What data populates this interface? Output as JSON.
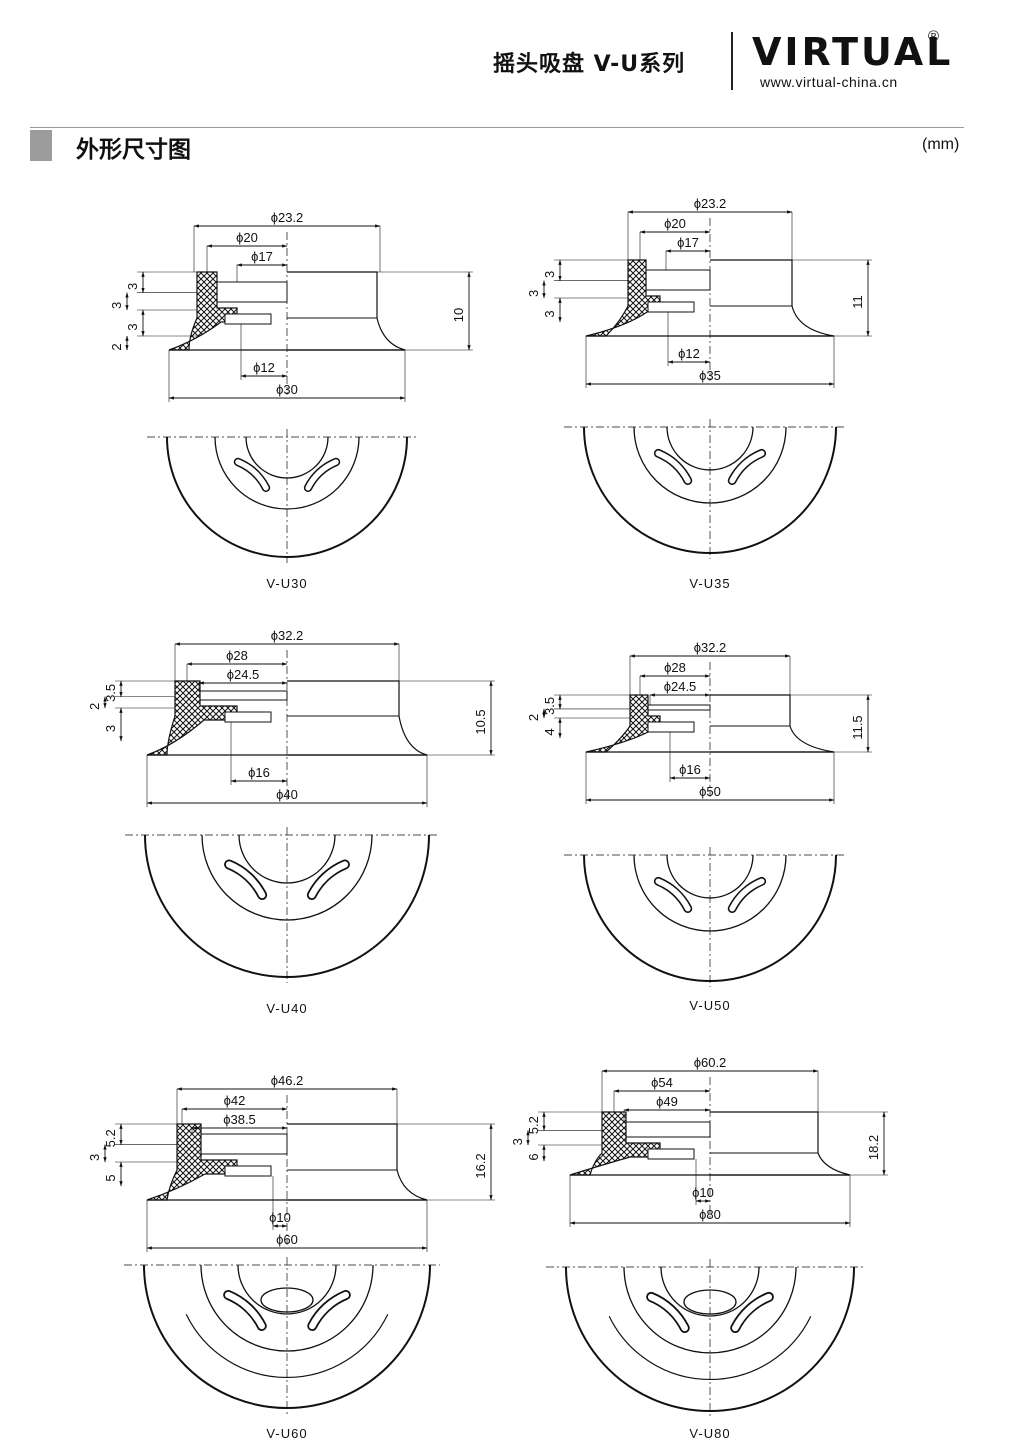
{
  "header": {
    "series_title": "摇头吸盘 V-U系列",
    "brand": "VIRTUAL",
    "registered_mark": "®",
    "website": "www.virtual-china.cn"
  },
  "section": {
    "title": "外形尺寸图",
    "unit": "(mm)"
  },
  "drawings": [
    {
      "model": "V-U30",
      "phi_top": "ϕ23.2",
      "phi_mid": "ϕ20",
      "phi_inner": "ϕ17",
      "phi_hole": "ϕ12",
      "phi_outer": "ϕ30",
      "height": "10",
      "dims": [
        "3",
        "3",
        "3",
        "2"
      ]
    },
    {
      "model": "V-U35",
      "phi_top": "ϕ23.2",
      "phi_mid": "ϕ20",
      "phi_inner": "ϕ17",
      "phi_hole": "ϕ12",
      "phi_outer": "ϕ35",
      "height": "11",
      "dims": [
        "3",
        "3",
        "3"
      ]
    },
    {
      "model": "V-U40",
      "phi_top": "ϕ32.2",
      "phi_mid": "ϕ28",
      "phi_inner": "ϕ24.5",
      "phi_hole": "ϕ16",
      "phi_outer": "ϕ40",
      "height": "10.5",
      "dims": [
        "3.5",
        "2",
        "3"
      ]
    },
    {
      "model": "V-U50",
      "phi_top": "ϕ32.2",
      "phi_mid": "ϕ28",
      "phi_inner": "ϕ24.5",
      "phi_hole": "ϕ16",
      "phi_outer": "ϕ50",
      "height": "11.5",
      "dims": [
        "3.5",
        "2",
        "4"
      ]
    },
    {
      "model": "V-U60",
      "phi_top": "ϕ46.2",
      "phi_mid": "ϕ42",
      "phi_inner": "ϕ38.5",
      "phi_hole": "ϕ10",
      "phi_outer": "ϕ60",
      "height": "16.2",
      "dims": [
        "5.2",
        "3",
        "5"
      ]
    },
    {
      "model": "V-U80",
      "phi_top": "ϕ60.2",
      "phi_mid": "ϕ54",
      "phi_inner": "ϕ49",
      "phi_hole": "ϕ10",
      "phi_outer": "ϕ80",
      "height": "18.2",
      "dims": [
        "5.2",
        "3",
        "6"
      ]
    }
  ]
}
